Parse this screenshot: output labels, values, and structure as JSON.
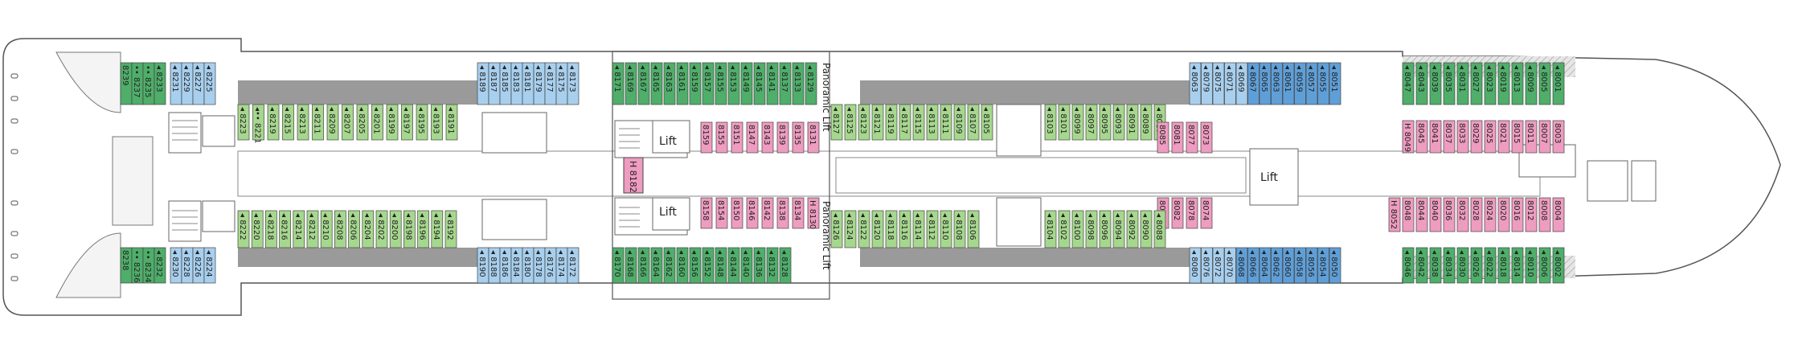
{
  "colors": {
    "green_dark": "#4fae6a",
    "green_light": "#a6d78e",
    "blue_light": "#a8cfee",
    "blue_dark": "#5f9fd8",
    "pink": "#ee9cc0",
    "grey_band": "#9a9a9a",
    "hatch": "#d9d9d9",
    "outline": "#444444",
    "text": "#222222"
  },
  "labels": {
    "lift_center_a": "Lift",
    "lift_center_b": "Lift",
    "lift_aft": "Lift",
    "panoramic_top": "Panoramic Lift",
    "panoramic_bottom": "Panoramic Lift",
    "cabin_8182": "H 8182"
  },
  "rows": {
    "top_outer": [
      {
        "n": "8239",
        "c": "green_dark",
        "m": ""
      },
      {
        "n": "8237",
        "c": "green_dark",
        "m": "••"
      },
      {
        "n": "8235",
        "c": "green_dark",
        "m": "••"
      },
      {
        "n": "8233",
        "c": "green_dark",
        "m": "◂"
      },
      {
        "n": "8231",
        "c": "blue_light",
        "m": "◂"
      },
      {
        "n": "8229",
        "c": "blue_light",
        "m": "◂"
      },
      {
        "n": "8227",
        "c": "blue_light",
        "m": "◂"
      },
      {
        "n": "8225",
        "c": "blue_light",
        "m": "◂"
      },
      {
        "n": "8189",
        "c": "blue_light",
        "m": "◂"
      },
      {
        "n": "8187",
        "c": "blue_light",
        "m": "◂"
      },
      {
        "n": "8185",
        "c": "blue_light",
        "m": "◂"
      },
      {
        "n": "8183",
        "c": "blue_light",
        "m": "◂"
      },
      {
        "n": "8181",
        "c": "blue_light",
        "m": "◂"
      },
      {
        "n": "8179",
        "c": "blue_light",
        "m": "◂"
      },
      {
        "n": "8177",
        "c": "blue_light",
        "m": "◂"
      },
      {
        "n": "8175",
        "c": "blue_light",
        "m": "◂"
      },
      {
        "n": "8173",
        "c": "blue_light",
        "m": "◂"
      },
      {
        "n": "8171",
        "c": "green_dark",
        "m": "◂"
      },
      {
        "n": "8169",
        "c": "green_dark",
        "m": "◂"
      },
      {
        "n": "8167",
        "c": "green_dark",
        "m": "◂"
      },
      {
        "n": "8165",
        "c": "green_dark",
        "m": "◂"
      },
      {
        "n": "8163",
        "c": "green_dark",
        "m": "◂"
      },
      {
        "n": "8161",
        "c": "green_dark",
        "m": "◂"
      },
      {
        "n": "8159",
        "c": "green_dark",
        "m": "◂"
      },
      {
        "n": "8157",
        "c": "green_dark",
        "m": "◂"
      },
      {
        "n": "8155",
        "c": "green_dark",
        "m": "◂"
      },
      {
        "n": "8153",
        "c": "green_dark",
        "m": "◂"
      },
      {
        "n": "8149",
        "c": "green_dark",
        "m": "◂"
      },
      {
        "n": "8145",
        "c": "green_dark",
        "m": "◂"
      },
      {
        "n": "8141",
        "c": "green_dark",
        "m": "◂"
      },
      {
        "n": "8137",
        "c": "green_dark",
        "m": "◂"
      },
      {
        "n": "8133",
        "c": "green_dark",
        "m": "◂"
      },
      {
        "n": "8129",
        "c": "green_dark",
        "m": "◂"
      },
      {
        "n": "8063",
        "c": "blue_light",
        "m": "◂"
      },
      {
        "n": "8079",
        "c": "blue_light",
        "m": "◂"
      },
      {
        "n": "8075",
        "c": "blue_light",
        "m": "◂"
      },
      {
        "n": "8071",
        "c": "blue_light",
        "m": "◂"
      },
      {
        "n": "8069",
        "c": "blue_light",
        "m": "◂"
      },
      {
        "n": "8067",
        "c": "blue_dark",
        "m": "◂"
      },
      {
        "n": "8065",
        "c": "blue_dark",
        "m": "◂"
      },
      {
        "n": "8063",
        "c": "blue_dark",
        "m": "◂"
      },
      {
        "n": "8061",
        "c": "blue_dark",
        "m": "◂"
      },
      {
        "n": "8059",
        "c": "blue_dark",
        "m": "◂"
      },
      {
        "n": "8057",
        "c": "blue_dark",
        "m": "◂"
      },
      {
        "n": "8055",
        "c": "blue_dark",
        "m": "◂"
      },
      {
        "n": "8051",
        "c": "blue_dark",
        "m": "◂"
      },
      {
        "n": "8047",
        "c": "green_dark",
        "m": "◂"
      },
      {
        "n": "8043",
        "c": "green_dark",
        "m": "◂"
      },
      {
        "n": "8039",
        "c": "green_dark",
        "m": "◂"
      },
      {
        "n": "8035",
        "c": "green_dark",
        "m": "◂"
      },
      {
        "n": "8031",
        "c": "green_dark",
        "m": "◂"
      },
      {
        "n": "8027",
        "c": "green_dark",
        "m": "◂"
      },
      {
        "n": "8023",
        "c": "green_dark",
        "m": "◂"
      },
      {
        "n": "8019",
        "c": "green_dark",
        "m": "◂"
      },
      {
        "n": "8013",
        "c": "green_dark",
        "m": "◂"
      },
      {
        "n": "8009",
        "c": "green_dark",
        "m": "◂"
      },
      {
        "n": "8005",
        "c": "green_dark",
        "m": "◂"
      },
      {
        "n": "8001",
        "c": "green_dark",
        "m": "◂"
      }
    ],
    "top_inner": [
      {
        "n": "8223",
        "c": "green_light",
        "m": "◂"
      },
      {
        "n": "8221",
        "c": "green_light",
        "m": "◂••"
      },
      {
        "n": "8219",
        "c": "green_light",
        "m": "◂"
      },
      {
        "n": "8215",
        "c": "green_light",
        "m": "◂"
      },
      {
        "n": "8213",
        "c": "green_light",
        "m": "◂"
      },
      {
        "n": "8211",
        "c": "green_light",
        "m": "◂"
      },
      {
        "n": "8209",
        "c": "green_light",
        "m": "◂"
      },
      {
        "n": "8207",
        "c": "green_light",
        "m": "◂"
      },
      {
        "n": "8205",
        "c": "green_light",
        "m": "◂"
      },
      {
        "n": "8201",
        "c": "green_light",
        "m": "◂"
      },
      {
        "n": "8199",
        "c": "green_light",
        "m": "◂"
      },
      {
        "n": "8197",
        "c": "green_light",
        "m": "◂"
      },
      {
        "n": "8195",
        "c": "green_light",
        "m": "◂"
      },
      {
        "n": "8193",
        "c": "green_light",
        "m": "◂"
      },
      {
        "n": "8191",
        "c": "green_light",
        "m": "◂"
      },
      {
        "n": "8127",
        "c": "green_light",
        "m": "◂"
      },
      {
        "n": "8125",
        "c": "green_light",
        "m": "◂"
      },
      {
        "n": "8123",
        "c": "green_light",
        "m": "◂"
      },
      {
        "n": "8121",
        "c": "green_light",
        "m": "◂"
      },
      {
        "n": "8119",
        "c": "green_light",
        "m": "◂"
      },
      {
        "n": "8117",
        "c": "green_light",
        "m": "◂"
      },
      {
        "n": "8115",
        "c": "green_light",
        "m": "◂"
      },
      {
        "n": "8113",
        "c": "green_light",
        "m": "◂"
      },
      {
        "n": "8111",
        "c": "green_light",
        "m": "◂"
      },
      {
        "n": "8109",
        "c": "green_light",
        "m": "◂"
      },
      {
        "n": "8107",
        "c": "green_light",
        "m": "◂"
      },
      {
        "n": "8105",
        "c": "green_light",
        "m": "◂"
      },
      {
        "n": "8103",
        "c": "green_light",
        "m": "◂"
      },
      {
        "n": "8101",
        "c": "green_light",
        "m": "◂"
      },
      {
        "n": "8099",
        "c": "green_light",
        "m": "◂"
      },
      {
        "n": "8097",
        "c": "green_light",
        "m": "◂"
      },
      {
        "n": "8095",
        "c": "green_light",
        "m": "◂"
      },
      {
        "n": "8093",
        "c": "green_light",
        "m": "◂"
      },
      {
        "n": "8091",
        "c": "green_light",
        "m": "◂"
      },
      {
        "n": "8089",
        "c": "green_light",
        "m": "◂"
      },
      {
        "n": "8087",
        "c": "green_light",
        "m": "◂"
      }
    ],
    "top_pink": [
      {
        "n": "8159",
        "c": "pink",
        "m": ""
      },
      {
        "n": "8155",
        "c": "pink",
        "m": ""
      },
      {
        "n": "8151",
        "c": "pink",
        "m": ""
      },
      {
        "n": "8147",
        "c": "pink",
        "m": ""
      },
      {
        "n": "8143",
        "c": "pink",
        "m": ""
      },
      {
        "n": "8139",
        "c": "pink",
        "m": ""
      },
      {
        "n": "8135",
        "c": "pink",
        "m": ""
      },
      {
        "n": "8131",
        "c": "pink",
        "m": ""
      }
    ],
    "top_pink_b": [
      {
        "n": "8085",
        "c": "pink",
        "m": ""
      },
      {
        "n": "8081",
        "c": "pink",
        "m": ""
      },
      {
        "n": "8077",
        "c": "pink",
        "m": ""
      },
      {
        "n": "8073",
        "c": "pink",
        "m": ""
      }
    ],
    "top_pink_c": [
      {
        "n": "8049",
        "c": "pink",
        "m": "H"
      },
      {
        "n": "8045",
        "c": "pink",
        "m": ""
      },
      {
        "n": "8041",
        "c": "pink",
        "m": ""
      },
      {
        "n": "8037",
        "c": "pink",
        "m": ""
      },
      {
        "n": "8033",
        "c": "pink",
        "m": ""
      },
      {
        "n": "8029",
        "c": "pink",
        "m": ""
      },
      {
        "n": "8025",
        "c": "pink",
        "m": ""
      },
      {
        "n": "8021",
        "c": "pink",
        "m": ""
      },
      {
        "n": "8015",
        "c": "pink",
        "m": ""
      },
      {
        "n": "8011",
        "c": "pink",
        "m": ""
      },
      {
        "n": "8007",
        "c": "pink",
        "m": ""
      },
      {
        "n": "8003",
        "c": "pink",
        "m": ""
      }
    ],
    "bottom_pink": [
      {
        "n": "8158",
        "c": "pink",
        "m": ""
      },
      {
        "n": "8154",
        "c": "pink",
        "m": ""
      },
      {
        "n": "8150",
        "c": "pink",
        "m": ""
      },
      {
        "n": "8146",
        "c": "pink",
        "m": ""
      },
      {
        "n": "8142",
        "c": "pink",
        "m": ""
      },
      {
        "n": "8138",
        "c": "pink",
        "m": ""
      },
      {
        "n": "8134",
        "c": "pink",
        "m": ""
      },
      {
        "n": "8130",
        "c": "pink",
        "m": "H"
      }
    ],
    "bottom_pink_b": [
      {
        "n": "8086",
        "c": "pink",
        "m": ""
      },
      {
        "n": "8082",
        "c": "pink",
        "m": ""
      },
      {
        "n": "8078",
        "c": "pink",
        "m": ""
      },
      {
        "n": "8074",
        "c": "pink",
        "m": ""
      }
    ],
    "bottom_pink_c": [
      {
        "n": "8052",
        "c": "pink",
        "m": "H"
      },
      {
        "n": "8048",
        "c": "pink",
        "m": ""
      },
      {
        "n": "8044",
        "c": "pink",
        "m": ""
      },
      {
        "n": "8040",
        "c": "pink",
        "m": ""
      },
      {
        "n": "8036",
        "c": "pink",
        "m": ""
      },
      {
        "n": "8032",
        "c": "pink",
        "m": ""
      },
      {
        "n": "8028",
        "c": "pink",
        "m": ""
      },
      {
        "n": "8024",
        "c": "pink",
        "m": ""
      },
      {
        "n": "8020",
        "c": "pink",
        "m": ""
      },
      {
        "n": "8016",
        "c": "pink",
        "m": ""
      },
      {
        "n": "8012",
        "c": "pink",
        "m": ""
      },
      {
        "n": "8008",
        "c": "pink",
        "m": ""
      },
      {
        "n": "8004",
        "c": "pink",
        "m": ""
      }
    ],
    "bottom_inner": [
      {
        "n": "8222",
        "c": "green_light",
        "m": "◂"
      },
      {
        "n": "8220",
        "c": "green_light",
        "m": "◂"
      },
      {
        "n": "8218",
        "c": "green_light",
        "m": "◂"
      },
      {
        "n": "8216",
        "c": "green_light",
        "m": "◂"
      },
      {
        "n": "8214",
        "c": "green_light",
        "m": "◂"
      },
      {
        "n": "8212",
        "c": "green_light",
        "m": "◂"
      },
      {
        "n": "8210",
        "c": "green_light",
        "m": "◂"
      },
      {
        "n": "8208",
        "c": "green_light",
        "m": "◂"
      },
      {
        "n": "8206",
        "c": "green_light",
        "m": "◂"
      },
      {
        "n": "8204",
        "c": "green_light",
        "m": "◂"
      },
      {
        "n": "8202",
        "c": "green_light",
        "m": "◂"
      },
      {
        "n": "8200",
        "c": "green_light",
        "m": "◂"
      },
      {
        "n": "8198",
        "c": "green_light",
        "m": "◂"
      },
      {
        "n": "8196",
        "c": "green_light",
        "m": "◂"
      },
      {
        "n": "8194",
        "c": "green_light",
        "m": "◂"
      },
      {
        "n": "8192",
        "c": "green_light",
        "m": "◂"
      },
      {
        "n": "8126",
        "c": "green_light",
        "m": "◂"
      },
      {
        "n": "8124",
        "c": "green_light",
        "m": "◂"
      },
      {
        "n": "8122",
        "c": "green_light",
        "m": "◂"
      },
      {
        "n": "8120",
        "c": "green_light",
        "m": "◂"
      },
      {
        "n": "8118",
        "c": "green_light",
        "m": "◂"
      },
      {
        "n": "8116",
        "c": "green_light",
        "m": "◂"
      },
      {
        "n": "8114",
        "c": "green_light",
        "m": "◂"
      },
      {
        "n": "8112",
        "c": "green_light",
        "m": "◂"
      },
      {
        "n": "8110",
        "c": "green_light",
        "m": "◂"
      },
      {
        "n": "8108",
        "c": "green_light",
        "m": "◂"
      },
      {
        "n": "8106",
        "c": "green_light",
        "m": "◂"
      },
      {
        "n": "8104",
        "c": "green_light",
        "m": "◂"
      },
      {
        "n": "8102",
        "c": "green_light",
        "m": "◂"
      },
      {
        "n": "8100",
        "c": "green_light",
        "m": "◂"
      },
      {
        "n": "8098",
        "c": "green_light",
        "m": "◂"
      },
      {
        "n": "8096",
        "c": "green_light",
        "m": "◂"
      },
      {
        "n": "8094",
        "c": "green_light",
        "m": "◂"
      },
      {
        "n": "8092",
        "c": "green_light",
        "m": "◂"
      },
      {
        "n": "8090",
        "c": "green_light",
        "m": "◂"
      },
      {
        "n": "8088",
        "c": "green_light",
        "m": "◂"
      }
    ],
    "bottom_outer": [
      {
        "n": "8238",
        "c": "green_dark",
        "m": ""
      },
      {
        "n": "8236",
        "c": "green_dark",
        "m": "••"
      },
      {
        "n": "8234",
        "c": "green_dark",
        "m": "••"
      },
      {
        "n": "8232",
        "c": "green_dark",
        "m": "◂"
      },
      {
        "n": "8230",
        "c": "blue_light",
        "m": "◂"
      },
      {
        "n": "8228",
        "c": "blue_light",
        "m": "◂"
      },
      {
        "n": "8226",
        "c": "blue_light",
        "m": "◂"
      },
      {
        "n": "8224",
        "c": "blue_light",
        "m": "◂"
      },
      {
        "n": "8190",
        "c": "blue_light",
        "m": "◂"
      },
      {
        "n": "8188",
        "c": "blue_light",
        "m": "◂"
      },
      {
        "n": "8186",
        "c": "blue_light",
        "m": "◂"
      },
      {
        "n": "8184",
        "c": "blue_light",
        "m": "◂"
      },
      {
        "n": "8180",
        "c": "blue_light",
        "m": "◂"
      },
      {
        "n": "8178",
        "c": "blue_light",
        "m": "◂"
      },
      {
        "n": "8176",
        "c": "blue_light",
        "m": "◂"
      },
      {
        "n": "8174",
        "c": "blue_light",
        "m": "◂"
      },
      {
        "n": "8172",
        "c": "blue_light",
        "m": "◂"
      },
      {
        "n": "8170",
        "c": "green_dark",
        "m": "◂"
      },
      {
        "n": "8168",
        "c": "green_dark",
        "m": "◂"
      },
      {
        "n": "8166",
        "c": "green_dark",
        "m": "◂"
      },
      {
        "n": "8164",
        "c": "green_dark",
        "m": "◂"
      },
      {
        "n": "8162",
        "c": "green_dark",
        "m": "◂"
      },
      {
        "n": "8160",
        "c": "green_dark",
        "m": "◂"
      },
      {
        "n": "8156",
        "c": "green_dark",
        "m": "◂"
      },
      {
        "n": "8152",
        "c": "green_dark",
        "m": "◂"
      },
      {
        "n": "8148",
        "c": "green_dark",
        "m": "◂"
      },
      {
        "n": "8144",
        "c": "green_dark",
        "m": "◂"
      },
      {
        "n": "8140",
        "c": "green_dark",
        "m": "◂"
      },
      {
        "n": "8136",
        "c": "green_dark",
        "m": "◂"
      },
      {
        "n": "8132",
        "c": "green_dark",
        "m": "◂"
      },
      {
        "n": "8128",
        "c": "green_dark",
        "m": "◂"
      },
      {
        "n": "8080",
        "c": "blue_light",
        "m": "◂"
      },
      {
        "n": "8076",
        "c": "blue_light",
        "m": "◂"
      },
      {
        "n": "8072",
        "c": "blue_light",
        "m": "◂"
      },
      {
        "n": "8070",
        "c": "blue_light",
        "m": "◂"
      },
      {
        "n": "8068",
        "c": "blue_dark",
        "m": "◂"
      },
      {
        "n": "8066",
        "c": "blue_dark",
        "m": "◂"
      },
      {
        "n": "8064",
        "c": "blue_dark",
        "m": "◂"
      },
      {
        "n": "8062",
        "c": "blue_dark",
        "m": "◂"
      },
      {
        "n": "8060",
        "c": "blue_dark",
        "m": "◂"
      },
      {
        "n": "8058",
        "c": "blue_dark",
        "m": "◂"
      },
      {
        "n": "8056",
        "c": "blue_dark",
        "m": "◂"
      },
      {
        "n": "8054",
        "c": "blue_dark",
        "m": "◂"
      },
      {
        "n": "8050",
        "c": "blue_dark",
        "m": "◂"
      },
      {
        "n": "8046",
        "c": "green_dark",
        "m": "◂"
      },
      {
        "n": "8042",
        "c": "green_dark",
        "m": "◂"
      },
      {
        "n": "8038",
        "c": "green_dark",
        "m": "◂"
      },
      {
        "n": "8034",
        "c": "green_dark",
        "m": "◂"
      },
      {
        "n": "8030",
        "c": "green_dark",
        "m": "◂"
      },
      {
        "n": "8026",
        "c": "green_dark",
        "m": "◂"
      },
      {
        "n": "8022",
        "c": "green_dark",
        "m": "◂"
      },
      {
        "n": "8018",
        "c": "green_dark",
        "m": "◂"
      },
      {
        "n": "8014",
        "c": "green_dark",
        "m": "◂"
      },
      {
        "n": "8010",
        "c": "green_dark",
        "m": "◂"
      },
      {
        "n": "8006",
        "c": "green_dark",
        "m": "◂"
      },
      {
        "n": "8002",
        "c": "green_dark",
        "m": "◂"
      }
    ]
  }
}
